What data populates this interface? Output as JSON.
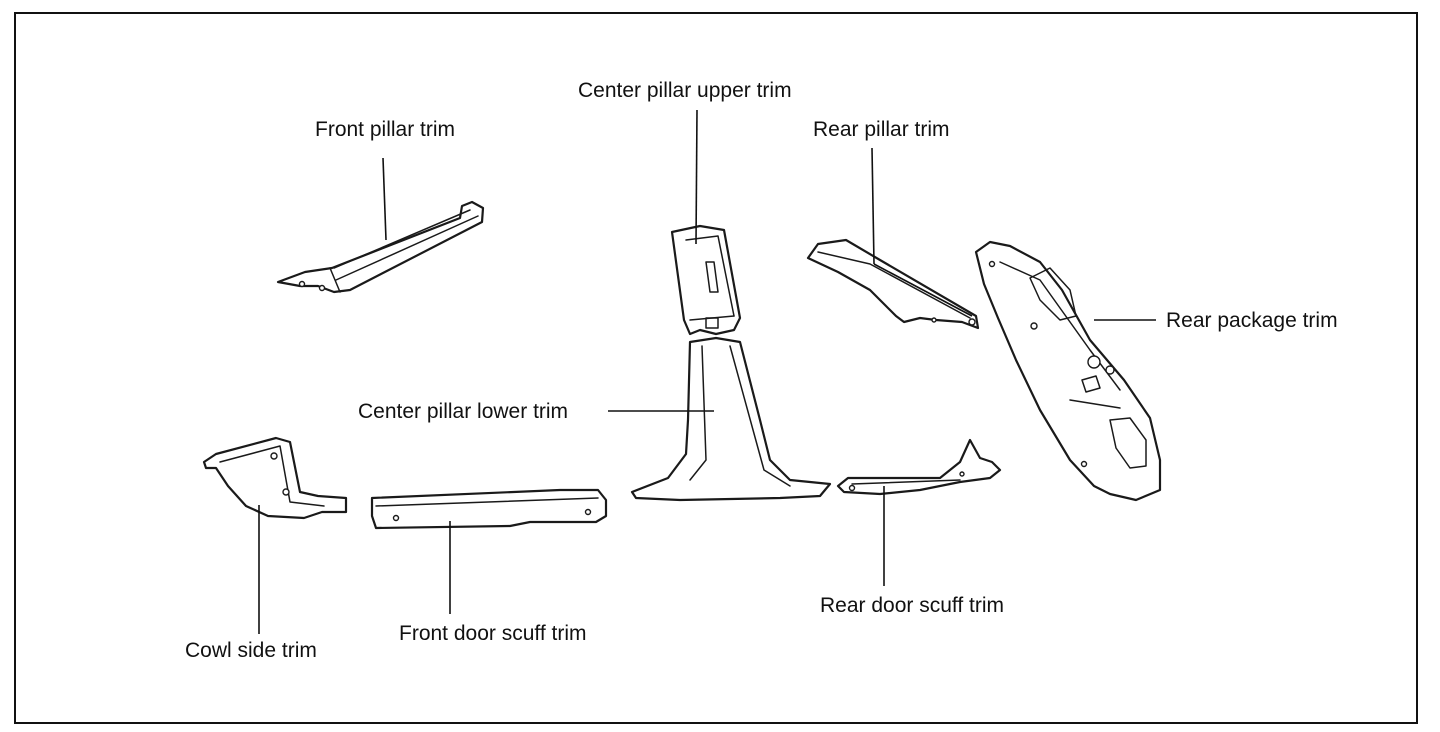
{
  "labels": {
    "front_pillar_trim": "Front pillar trim",
    "center_pillar_upper_trim": "Center pillar upper trim",
    "rear_pillar_trim": "Rear pillar trim",
    "rear_package_trim": "Rear package trim",
    "center_pillar_lower_trim": "Center pillar lower trim",
    "cowl_side_trim": "Cowl side trim",
    "front_door_scuff_trim": "Front door scuff trim",
    "rear_door_scuff_trim": "Rear door scuff trim"
  }
}
